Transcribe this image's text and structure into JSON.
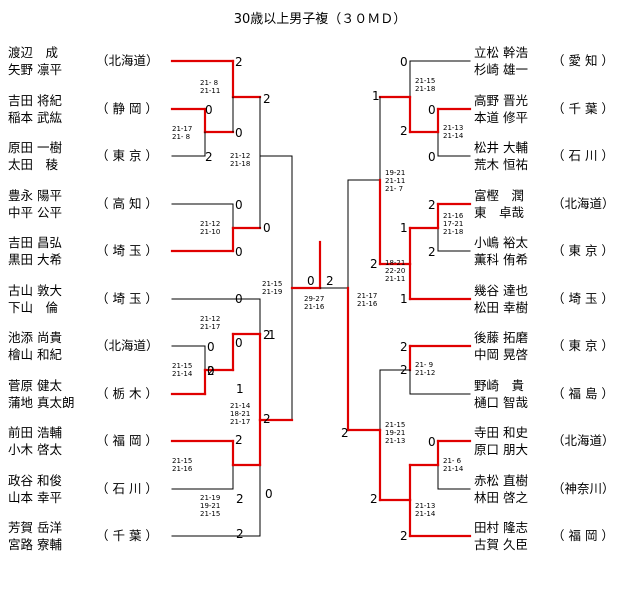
{
  "title": "30歳以上男子複（３０ＭＤ）",
  "left_teams": [
    {
      "p1": "渡辺　成",
      "p2": "矢野 凛平",
      "pref": "（北海道）"
    },
    {
      "p1": "吉田 将紀",
      "p2": "稲本 武紘",
      "pref": "（ 静 岡 ）"
    },
    {
      "p1": "原田 一樹",
      "p2": "太田　稜",
      "pref": "（ 東 京 ）"
    },
    {
      "p1": "豊永 陽平",
      "p2": "中平 公平",
      "pref": "（ 高 知 ）"
    },
    {
      "p1": "吉田 昌弘",
      "p2": "黒田 大希",
      "pref": "（ 埼 玉 ）"
    },
    {
      "p1": "古山 敦大",
      "p2": "下山　倫",
      "pref": "（ 埼 玉 ）"
    },
    {
      "p1": "池添 尚貴",
      "p2": "檜山 和紀",
      "pref": "（北海道）"
    },
    {
      "p1": "菅原 健太",
      "p2": "蒲地 真太朗",
      "pref": "（ 栃 木 ）"
    },
    {
      "p1": "前田 浩輔",
      "p2": "小木 啓太",
      "pref": "（ 福 岡 ）"
    },
    {
      "p1": "政谷 和俊",
      "p2": "山本 幸平",
      "pref": "（ 石 川 ）"
    },
    {
      "p1": "芳賀 岳洋",
      "p2": "宮路 寮輔",
      "pref": "（ 千 葉 ）"
    }
  ],
  "right_teams": [
    {
      "p1": "立松 幹浩",
      "p2": "杉崎 雄一",
      "pref": "（ 愛 知 ）"
    },
    {
      "p1": "高野 晋光",
      "p2": "本道 修平",
      "pref": "（ 千 葉 ）"
    },
    {
      "p1": "松井 大輔",
      "p2": "荒木 恒祐",
      "pref": "（ 石 川 ）"
    },
    {
      "p1": "富樫　潤",
      "p2": "東　卓哉",
      "pref": "（北海道）"
    },
    {
      "p1": "小嶋 裕太",
      "p2": "薫科 侑希",
      "pref": "（ 東 京 ）"
    },
    {
      "p1": "幾谷 達也",
      "p2": "松田 幸樹",
      "pref": "（ 埼 玉 ）"
    },
    {
      "p1": "後藤 拓磨",
      "p2": "中岡 晃啓",
      "pref": "（ 東 京 ）"
    },
    {
      "p1": "野崎　貴",
      "p2": "樋口 智哉",
      "pref": "（ 福 島 ）"
    },
    {
      "p1": "寺田 和史",
      "p2": "原口 朋大",
      "pref": "（北海道）"
    },
    {
      "p1": "赤松 直樹",
      "p2": "林田 啓之",
      "pref": "（神奈川）"
    },
    {
      "p1": "田村 隆志",
      "p2": "古賀 久臣",
      "pref": "（ 福 岡 ）"
    }
  ],
  "game_scores": {
    "l1": [
      "21- 8",
      "21-11"
    ],
    "l2": [
      "21-17",
      "21- 8"
    ],
    "l3": [
      "21-12",
      "21-18"
    ],
    "l4": [
      "21-12",
      "21-10"
    ],
    "l5": [
      "21-15",
      "21-19"
    ],
    "l6": [
      "21-12",
      "21-17"
    ],
    "l7": [
      "21-15",
      "21-14"
    ],
    "l8": [
      "21-14",
      "18-21",
      "21-17"
    ],
    "l9": [
      "21-15",
      "21-16"
    ],
    "l10": [
      "21-19",
      "19-21",
      "21-15"
    ],
    "r1": [
      "21-15",
      "21-18"
    ],
    "r2": [
      "21-13",
      "21-14"
    ],
    "r3": [
      "19-21",
      "21-11",
      "21- 7"
    ],
    "r4": [
      "21-16",
      "17-21",
      "21-18"
    ],
    "r5": [
      "18-21",
      "22-20",
      "21-11"
    ],
    "r6": [
      "21-17",
      "21-16"
    ],
    "r7": [
      "21- 9",
      "21-12"
    ],
    "r8": [
      "21-15",
      "19-21",
      "21-13"
    ],
    "r9": [
      "21- 6",
      "21-14"
    ],
    "r10": [
      "21-13",
      "21-14"
    ],
    "f": [
      "29-27",
      "21-16"
    ]
  },
  "game_counts": [
    "2",
    "2",
    "0",
    "0",
    "2",
    "0",
    "0",
    "0",
    "0",
    "2",
    "0",
    "0",
    "0",
    "1",
    "2",
    "2",
    "2",
    "0",
    "2",
    "2",
    "1",
    "0",
    "1",
    "2",
    "0",
    "0",
    "2",
    "1",
    "2",
    "2",
    "1",
    "2",
    "2",
    "2",
    "0",
    "2",
    "2",
    "0",
    "2"
  ],
  "colors": {
    "winner": "#e00000",
    "loser": "#000000"
  }
}
